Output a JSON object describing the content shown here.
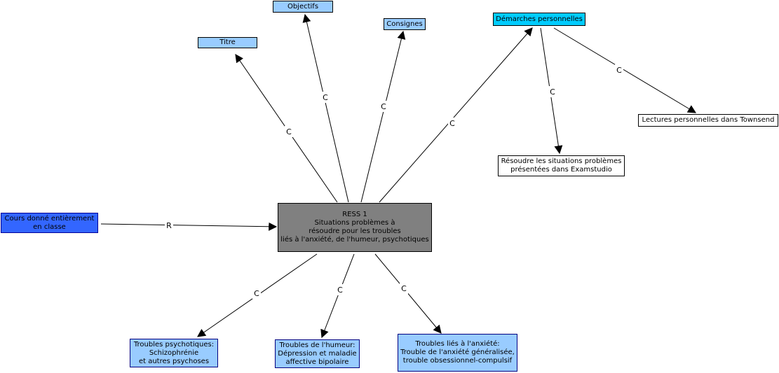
{
  "nodes": {
    "central": {
      "text": "RESS 1\nSituations problèmes à\nrésoudre pour les troubles\nliés à l'anxiété, de l'humeur, psychotiques",
      "color": "#808080"
    },
    "titre": {
      "text": "Titre",
      "color": "#99ccff"
    },
    "objectifs": {
      "text": "Objectifs",
      "color": "#99ccff"
    },
    "consignes": {
      "text": "Consignes",
      "color": "#99ccff"
    },
    "demarches": {
      "text": "Démarches personnelles",
      "color": "#00ccff"
    },
    "lectures": {
      "text": "Lectures personnelles dans Townsend",
      "color": "#ffffff"
    },
    "resoudre": {
      "text": "Résoudre les situations problèmes\nprésentées dans Examstudio",
      "color": "#ffffff"
    },
    "cours": {
      "text": "Cours donné entièrement\nen classe",
      "color": "#3366ff"
    },
    "psychotiques": {
      "text": "Troubles psychotiques:\nSchizophrénie\net autres psychoses",
      "color": "#99ccff"
    },
    "humeur": {
      "text": "Troubles de l'humeur:\nDépression et maladie\naffective bipolaire",
      "color": "#99ccff"
    },
    "anxiete": {
      "text": "Troubles liés à l'anxiété:\nTrouble de l'anxiété généralisée,\ntrouble obsessionnel-compulsif",
      "color": "#99ccff"
    }
  },
  "edges": [
    {
      "from": "central",
      "to": "titre",
      "label": "C"
    },
    {
      "from": "central",
      "to": "objectifs",
      "label": "C"
    },
    {
      "from": "central",
      "to": "consignes",
      "label": "C"
    },
    {
      "from": "central",
      "to": "demarches",
      "label": "C"
    },
    {
      "from": "demarches",
      "to": "resoudre",
      "label": "C"
    },
    {
      "from": "demarches",
      "to": "lectures",
      "label": "C"
    },
    {
      "from": "cours",
      "to": "central",
      "label": "R"
    },
    {
      "from": "central",
      "to": "psychotiques",
      "label": "C"
    },
    {
      "from": "central",
      "to": "humeur",
      "label": "C"
    },
    {
      "from": "central",
      "to": "anxiete",
      "label": "C"
    }
  ]
}
